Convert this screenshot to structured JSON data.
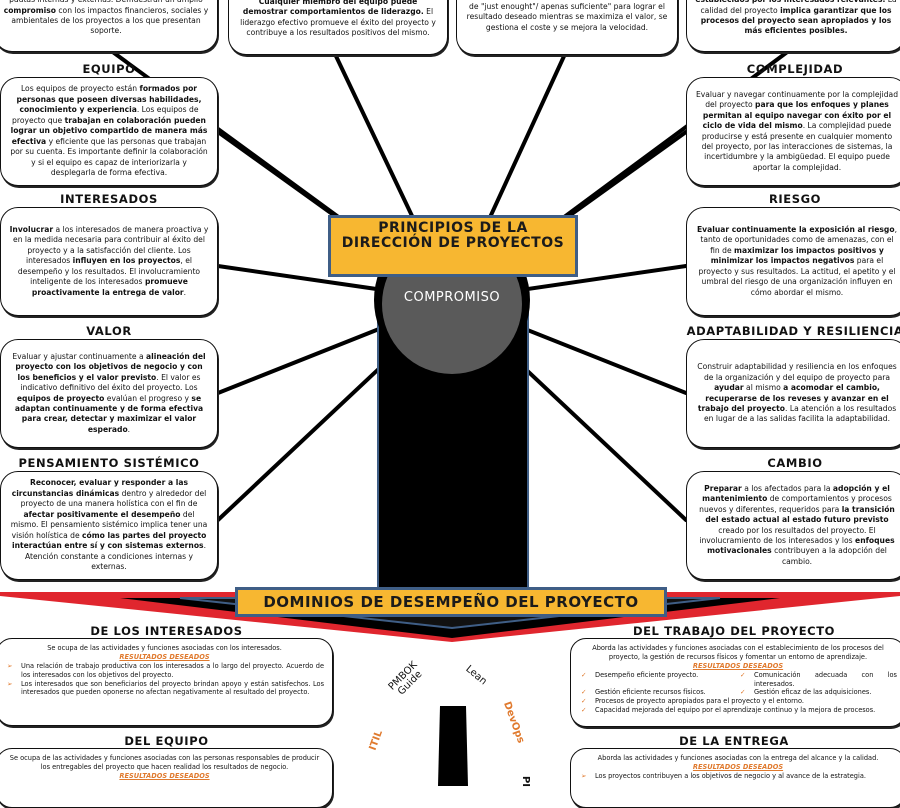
{
  "header": {
    "principles_title": "PRINCIPIOS DE LA DIRECCIÓN DE PROYECTOS",
    "center_label": "COMPROMISO",
    "domains_title": "DOMINIOS DE DESEMPEÑO DEL PROYECTO"
  },
  "colors": {
    "yellow": "#f7b731",
    "blue_border": "#3f5e86",
    "red": "#e0262e",
    "orange": "#e07a2e",
    "gray": "#5a5a5a"
  },
  "top_boxes": [
    {
      "segs": [
        {
          "t": "pautas internas y externas. Demuestran un amplio "
        },
        {
          "t": "compromiso",
          "b": 1
        },
        {
          "t": " con los impactos financieros, sociales y ambientales de los proyectos a los que presentan soporte."
        }
      ]
    },
    {
      "segs": [
        {
          "t": "Cualquier miembro del equipo puede demostrar comportamientos de liderazgo.",
          "b": 1
        },
        {
          "t": " El liderazgo efectivo promueve el éxito del proyecto y contribuye a los resultados positivos del mismo."
        }
      ]
    },
    {
      "segs": [
        {
          "t": "de \"just enought\"/ apenas suficiente\" para lograr el resultado deseado mientras se maximiza el valor, se gestiona el coste y se mejora la velocidad."
        }
      ]
    },
    {
      "segs": [
        {
          "t": "establecidos por los interesados relevantes.",
          "b": 1
        },
        {
          "t": " La calidad del proyecto "
        },
        {
          "t": "implica garantizar que los procesos del proyecto sean apropiados y los más eficientes posibles.",
          "b": 1
        }
      ]
    }
  ],
  "left_principles": [
    {
      "title": "EQUIPO",
      "segs": [
        {
          "t": "Los equipos de proyecto están "
        },
        {
          "t": "formados por personas que poseen diversas habilidades, conocimiento y experiencia",
          "b": 1
        },
        {
          "t": ". Los equipos de proyecto que "
        },
        {
          "t": "trabajan en colaboración pueden lograr un objetivo compartido de manera más efectiva",
          "b": 1
        },
        {
          "t": " y eficiente que las personas que trabajan por su cuenta. Es importante definir la colaboración y si el equipo es capaz de interiorizarla y desplegarla de forma efectiva."
        }
      ]
    },
    {
      "title": "INTERESADOS",
      "segs": [
        {
          "t": "Involucrar",
          "b": 1
        },
        {
          "t": " a los interesados de manera proactiva y en la medida necesaria para contribuir al éxito del proyecto y a la satisfacción del cliente. Los interesados "
        },
        {
          "t": "influyen en los proyectos",
          "b": 1
        },
        {
          "t": ", el desempeño y los resultados. El involucramiento inteligente de los interesados "
        },
        {
          "t": "promueve proactivamente la entrega de valor",
          "b": 1
        },
        {
          "t": "."
        }
      ]
    },
    {
      "title": "VALOR",
      "segs": [
        {
          "t": "Evaluar y ajustar continuamente a "
        },
        {
          "t": "alineación del proyecto con los objetivos de negocio y con los beneficios y el valor previsto",
          "b": 1
        },
        {
          "t": ". El valor es indicativo definitivo del éxito del proyecto. Los "
        },
        {
          "t": "equipos de proyecto",
          "b": 1
        },
        {
          "t": " evalúan el progreso y "
        },
        {
          "t": "se adaptan continuamente y de forma efectiva para crear, detectar y maximizar el valor esperado",
          "b": 1
        },
        {
          "t": "."
        }
      ]
    },
    {
      "title": "PENSAMIENTO SISTÉMICO",
      "segs": [
        {
          "t": "Reconocer, evaluar y responder a las circunstancias dinámicas",
          "b": 1
        },
        {
          "t": " dentro y alrededor del proyecto de una manera holística con el fin de "
        },
        {
          "t": "afectar positivamente el desempeño",
          "b": 1
        },
        {
          "t": " del mismo. El pensamiento sistémico implica tener una visión holística de "
        },
        {
          "t": "cómo las partes del proyecto interactúan entre sí y con sistemas externos",
          "b": 1
        },
        {
          "t": ". Atención constante a condiciones internas y externas."
        }
      ]
    }
  ],
  "right_principles": [
    {
      "title": "COMPLEJIDAD",
      "segs": [
        {
          "t": "Evaluar y navegar continuamente por la complejidad del proyecto "
        },
        {
          "t": "para que los enfoques y planes permitan al equipo navegar con éxito por el ciclo de vida del mismo",
          "b": 1
        },
        {
          "t": ". La complejidad puede producirse y está presente en cualquier momento del proyecto, por las interacciones de sistemas, la incertidumbre y la ambigüedad. El equipo puede aportar la complejidad."
        }
      ]
    },
    {
      "title": "RIESGO",
      "segs": [
        {
          "t": "Evaluar continuamente la exposición al riesgo",
          "b": 1
        },
        {
          "t": ", tanto de oportunidades como de amenazas, con el fin de "
        },
        {
          "t": "maximizar los impactos positivos y minimizar los impactos negativos",
          "b": 1
        },
        {
          "t": " para el proyecto y sus resultados. La actitud, el apetito y el umbral del riesgo de una organización influyen en cómo abordar el mismo."
        }
      ]
    },
    {
      "title": "ADAPTABILIDAD Y RESILIENCIA",
      "segs": [
        {
          "t": "Construir adaptabilidad y resiliencia en los enfoques de la organización y del equipo de proyecto para "
        },
        {
          "t": "ayudar",
          "b": 1
        },
        {
          "t": " al mismo "
        },
        {
          "t": "a acomodar el cambio, recuperarse de los reveses y avanzar en el trabajo del proyecto",
          "b": 1
        },
        {
          "t": ". La atención a los resultados en lugar de a las salidas facilita la adaptabilidad."
        }
      ]
    },
    {
      "title": "CAMBIO",
      "segs": [
        {
          "t": "Preparar",
          "b": 1
        },
        {
          "t": " a los afectados para la "
        },
        {
          "t": "adopción y el mantenimiento",
          "b": 1
        },
        {
          "t": " de comportamientos y procesos nuevos y diferentes, requeridos para "
        },
        {
          "t": "la transición del estado actual al estado futuro previsto",
          "b": 1
        },
        {
          "t": " creado por los resultados del proyecto. El involucramiento de los interesados y los "
        },
        {
          "t": "enfoques motivacionales",
          "b": 1
        },
        {
          "t": " contribuyen a la adopción del cambio."
        }
      ]
    }
  ],
  "domains": {
    "results_label": "RESULTADOS DESEADOS",
    "interesados": {
      "title": "DE LOS INTERESADOS",
      "intro": "Se ocupa de las actividades y funciones asociadas con los interesados.",
      "items": [
        "Una relación de trabajo productiva con los interesados a lo largo del proyecto. Acuerdo de los interesados con los objetivos del proyecto.",
        "Los interesados que son beneficiarios del proyecto brindan apoyo y están satisfechos. Los interesados que pueden oponerse no afectan negativamente al resultado del proyecto."
      ]
    },
    "equipo": {
      "title": "DEL EQUIPO",
      "intro": "Se ocupa de las actividades y funciones asociadas con las personas responsables de producir los entregables del proyecto que hacen realidad los resultados de negocio."
    },
    "trabajo": {
      "title": "DEL TRABAJO DEL PROYECTO",
      "intro": "Aborda las actividades y funciones asociadas con el establecimiento de los procesos del proyecto, la gestión de recursos físicos y fomentar un entorno de aprendizaje.",
      "grid": [
        "Desempeño eficiente proyecto.",
        "Comunicación adecuada con los interesados.",
        "Gestión eficiente recursos físicos.",
        "Gestión eficaz de las adquisiciones."
      ],
      "items": [
        "Procesos de proyecto apropiados para el proyecto y el entorno.",
        "Capacidad mejorada del equipo por el aprendizaje continuo y la mejora de procesos."
      ]
    },
    "entrega": {
      "title": "DE LA ENTREGA",
      "intro": "Aborda las actividades y funciones asociadas con la entrega del alcance y la calidad.",
      "items": [
        "Los proyectos contribuyen a los objetivos de negocio y al avance de la estrategia."
      ]
    }
  },
  "frameworks": {
    "pmbok": "PMBOK Guide",
    "lean": "Lean",
    "devops": "DevOps",
    "itil": "ITIL",
    "partial": "PI"
  }
}
